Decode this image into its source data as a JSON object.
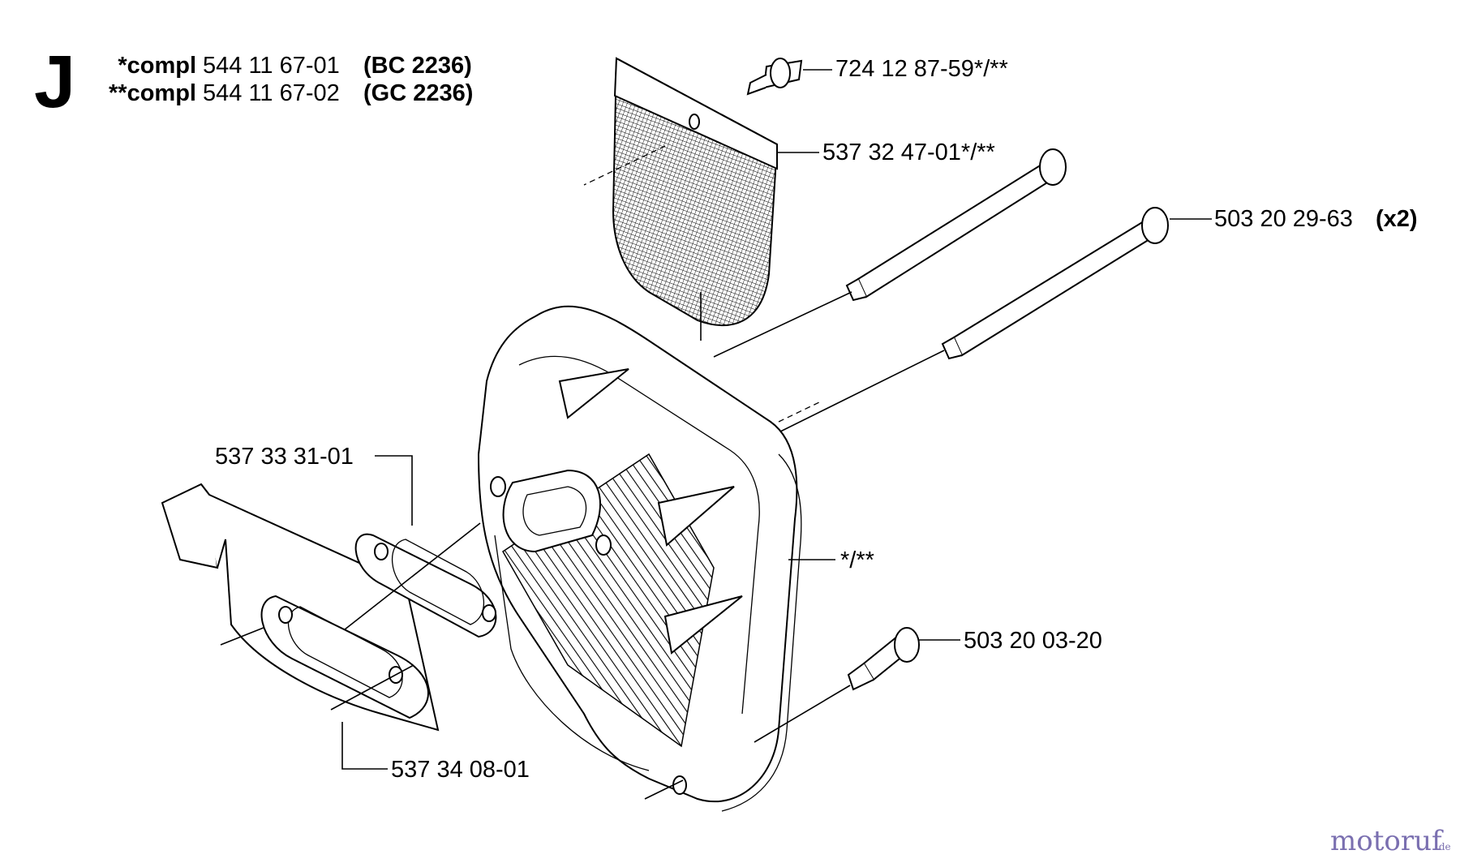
{
  "section_letter": "J",
  "header": [
    {
      "prefix": "*compl",
      "number": "544 11 67-01",
      "model": "(BC 2236)"
    },
    {
      "prefix": "**compl",
      "number": "544 11 67-02",
      "model": "(GC 2236)"
    }
  ],
  "callouts": {
    "screw_top": "724 12 87-59*/**",
    "screen": "537 32 47-01*/**",
    "bolt_long_number": "503 20 29-63",
    "bolt_long_qty": "(x2)",
    "gasket_upper": "537 33 31-01",
    "muffler": "*/**",
    "screw_bottom": "503 20 03-20",
    "gasket_lower": "537 34 08-01"
  },
  "watermark": {
    "main": "motoruf",
    "suffix": ".de",
    "color_main": "#7a6fb0",
    "color_accent": "#d9a23a"
  }
}
